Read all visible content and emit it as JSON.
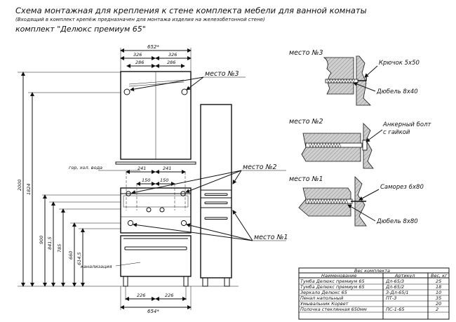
{
  "title": "Схема монтажная для крепления к стене комплекта мебели для ванной комнаты",
  "subtitle": "(Входящий в комплект крепёж предназначен для монтажа изделия на железобетонной стене)",
  "kit_name": "комплект \"Делюкс премиум 65\"",
  "top_dims": {
    "total": "652*",
    "half_left": "326",
    "half_right": "326",
    "inner_left": "286",
    "inner_right": "286"
  },
  "mid_dims": {
    "pipe_label": "гор, хол. вода",
    "a_left": "241",
    "a_right": "241",
    "b_left": "150",
    "b_right": "150"
  },
  "bottom_dims": {
    "leg_left": "226",
    "leg_right": "226",
    "total": "654*"
  },
  "height_dims": [
    "2000",
    "1824",
    "900",
    "841,5",
    "785",
    "660",
    "614,5"
  ],
  "drain_label": "канализация",
  "place_labels": {
    "p3": "место №3",
    "p2": "место №2",
    "p1": "место №1"
  },
  "details": [
    {
      "title": "место №3",
      "labels": [
        "Крючок 5x50",
        "Дюбель 8x40"
      ]
    },
    {
      "title": "место №2",
      "labels": [
        "Анкерный болт",
        "с гайкой"
      ]
    },
    {
      "title": "место №1",
      "labels": [
        "Саморез 6x80",
        "Дюбель 8x80"
      ]
    }
  ],
  "table": {
    "caption": "Вес комплекта",
    "headers": [
      "Наименование",
      "Артикул",
      "Вес, кг"
    ],
    "rows": [
      [
        "Тумба Делюкс премиум 65",
        "Дл-65/3",
        "25"
      ],
      [
        "Тумба Делюкс премиум 65",
        "Дл-65/2",
        "18"
      ],
      [
        "Зеркало Делюкс 65",
        "З-Дл-65/1",
        "10"
      ],
      [
        "Пенал напольный",
        "ПТ-3",
        "35"
      ],
      [
        "Умывальник Корвет",
        "",
        "20"
      ],
      [
        "Полочка стеклянная 650мм",
        "ПС-1-65",
        "2"
      ]
    ]
  }
}
